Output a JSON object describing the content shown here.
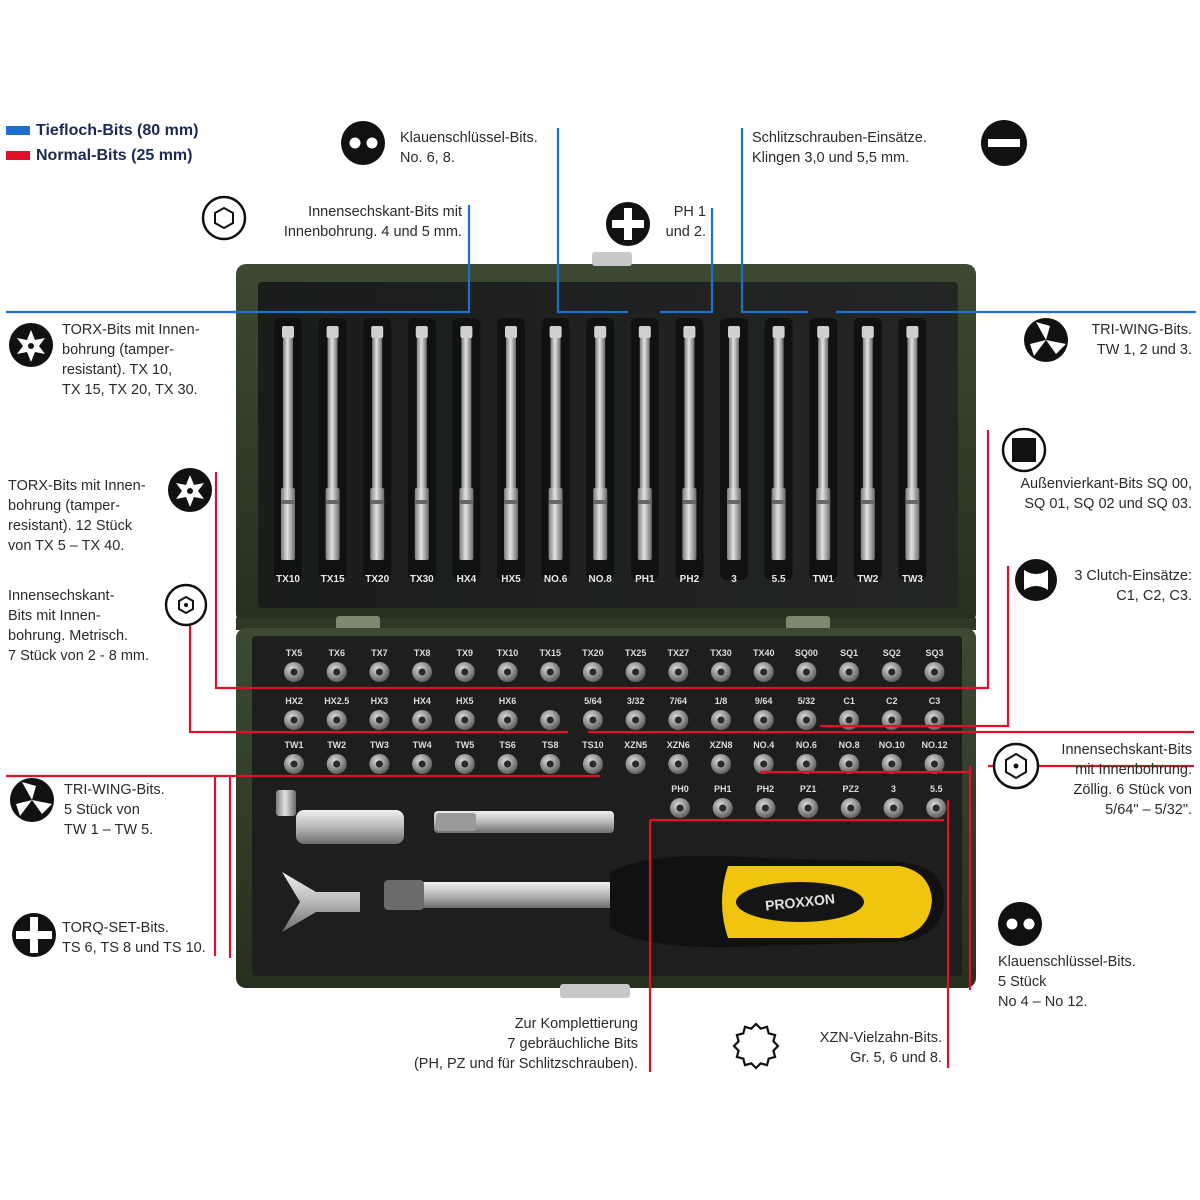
{
  "legend": {
    "tiefloch": {
      "text": "Tiefloch-Bits (80 mm)",
      "color": "#1e6fd0"
    },
    "normal": {
      "text": "Normal-Bits (25 mm)",
      "color": "#e0102a"
    }
  },
  "callouts": {
    "klauen_top": "Klauenschlüssel-Bits.\nNo. 6, 8.",
    "schlitz": "Schlitzschrauben-Einsätze.\nKlingen 3,0 und 5,5 mm.",
    "innensechs_top": "Innensechskant-Bits mit\nInnenbohrung. 4 und 5 mm.",
    "ph": "PH 1\nund 2.",
    "torx_long": "TORX-Bits mit Innen-\nbohrung (tamper-\nresistant). TX 10,\nTX 15, TX 20, TX 30.",
    "triwing_long": "TRI-WING-Bits.\nTW 1, 2 und 3.",
    "torx_short": "TORX-Bits mit Innen-\nbohrung (tamper-\nresistant). 12 Stück\nvon TX 5 – TX 40.",
    "square": "Außenvierkant-Bits SQ 00,\nSQ 01, SQ 02 und SQ 03.",
    "hex_metric": "Innensechskant-\nBits mit Innen-\nbohrung. Metrisch.\n7 Stück von 2 - 8 mm.",
    "clutch": "3 Clutch-Einsätze:\nC1, C2, C3.",
    "hex_inch": "Innensechskant-Bits\nmit Innenbohrung.\nZöllig. 6 Stück von\n5/64\" – 5/32\".",
    "triwing_short": "TRI-WING-Bits.\n5 Stück von\nTW 1 – TW 5.",
    "torq": "TORQ-SET-Bits.\nTS 6, TS 8 und TS 10.",
    "klauen_bottom": "Klauenschlüssel-Bits.\n5 Stück\nNo 4 – No 12.",
    "komplett": "Zur Komplettierung\n7 gebräuchliche Bits\n(PH, PZ und für Schlitzschrauben).",
    "xzn": "XZN-Vielzahn-Bits.\nGr. 5, 6 und 8."
  },
  "long_bits": [
    "TX10",
    "TX15",
    "TX20",
    "TX30",
    "HX4",
    "HX5",
    "NO.6",
    "NO.8",
    "PH1",
    "PH2",
    "3",
    "5.5",
    "TW1",
    "TW2",
    "TW3"
  ],
  "short_rows": [
    [
      "TX5",
      "TX6",
      "TX7",
      "TX8",
      "TX9",
      "TX10",
      "TX15",
      "TX20",
      "TX25",
      "TX27",
      "TX30",
      "TX40",
      "SQ00",
      "SQ1",
      "SQ2",
      "SQ3"
    ],
    [
      "HX2",
      "HX2.5",
      "HX3",
      "HX4",
      "HX5",
      "HX6",
      "",
      "5/64",
      "3/32",
      "7/64",
      "1/8",
      "9/64",
      "5/32",
      "C1",
      "C2",
      "C3"
    ],
    [
      "TW1",
      "TW2",
      "TW3",
      "TW4",
      "TW5",
      "TS6",
      "TS8",
      "TS10",
      "XZN5",
      "XZN6",
      "XZN8",
      "NO.4",
      "NO.6",
      "NO.8",
      "NO.10",
      "NO.12"
    ],
    [
      "PH0",
      "PH1",
      "PH2",
      "PZ1",
      "PZ2",
      "3",
      "5.5"
    ]
  ],
  "brand": "PROXXON",
  "icons": [
    "two-dots-icon",
    "minus-icon",
    "hex-socket-icon",
    "plus-icon",
    "torx-icon",
    "triwing-icon",
    "square-icon",
    "clutch-icon",
    "torq-icon",
    "xzn-icon"
  ]
}
